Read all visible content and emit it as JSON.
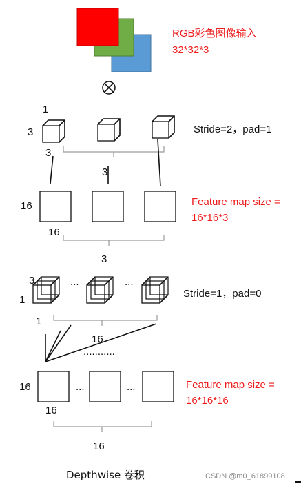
{
  "input": {
    "label_line1": "RGB彩色图像输入",
    "label_line2": "32*32*3",
    "colors": {
      "red": "#ff0000",
      "green": "#70ad47",
      "blue": "#5b9bd5"
    }
  },
  "operator_symbol": "⊗",
  "step1": {
    "kernel_depth": "1",
    "kernel_height": "3",
    "kernel_width": "3",
    "stride_text": "Stride=2，pad=1",
    "bracket_count": "3"
  },
  "fmap1": {
    "height": "16",
    "width": "16",
    "size_line1": "Feature map size =",
    "size_line2": "16*16*3",
    "bracket_count": "3"
  },
  "step2": {
    "kernel_depth": "3",
    "kernel_height": "1",
    "kernel_width": "1",
    "dots": "...",
    "stride_text": "Stride=1，pad=0",
    "bracket_count": "16"
  },
  "connector_dots": "...........",
  "fmap2": {
    "height": "16",
    "width": "16",
    "dots": "...",
    "size_line1": "Feature map size =",
    "size_line2": "16*16*16",
    "bracket_count": "16"
  },
  "caption": "Depthwise 卷积",
  "watermark": "CSDN @m0_61899108"
}
